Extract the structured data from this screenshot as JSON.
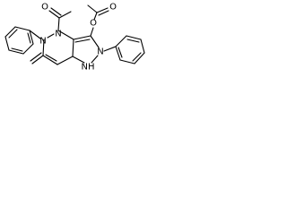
{
  "molecule": {
    "atom_labels": {
      "acetyl_oxygen": "O",
      "acetate_ether_oxygen": "O",
      "acetate_carbonyl_oxygen": "O",
      "pyridazine_n_acetyl": "N",
      "pyridazine_n_phenyl": "N",
      "pyrazole_n_phenyl": "N",
      "pyrazole_nh": "NH"
    },
    "colors": {
      "bond": "#000000",
      "label": "#000000",
      "background": "#ffffff"
    }
  }
}
